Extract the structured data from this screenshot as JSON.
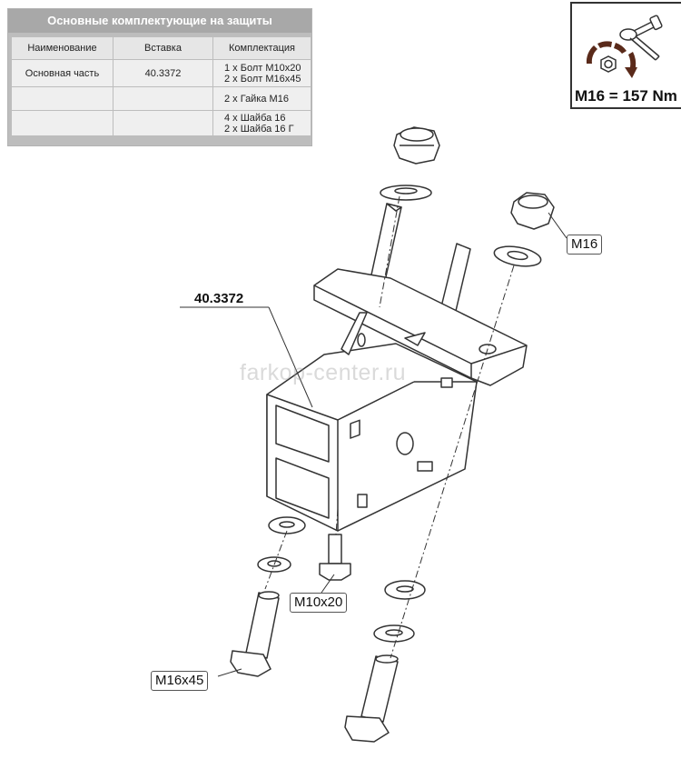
{
  "table": {
    "title": "Основные комплектующие на защиты",
    "headers": [
      "Наименование",
      "Вставка",
      "Комплектация"
    ],
    "rows": [
      {
        "name": "Основная часть",
        "insert": "40.3372",
        "kit": "1 х Болт М10х20\n2 х Болт М16х45"
      },
      {
        "name": "",
        "insert": "",
        "kit": "2 х Гайка М16"
      },
      {
        "name": "",
        "insert": "",
        "kit": "4 х Шайба 16\n2 х Шайба 16 Г"
      }
    ]
  },
  "torque": {
    "label": "M16 = 157 Nm"
  },
  "labels": {
    "main_part": "40.3372",
    "nut": "M16",
    "bolt_small": "M10x20",
    "bolt_large": "M16x45"
  },
  "watermark": "farkop-center.ru",
  "colors": {
    "line": "#333333",
    "fill": "#ffffff",
    "torque_arrow": "#5a2a1a",
    "table_bg": "#bdbdbd"
  }
}
